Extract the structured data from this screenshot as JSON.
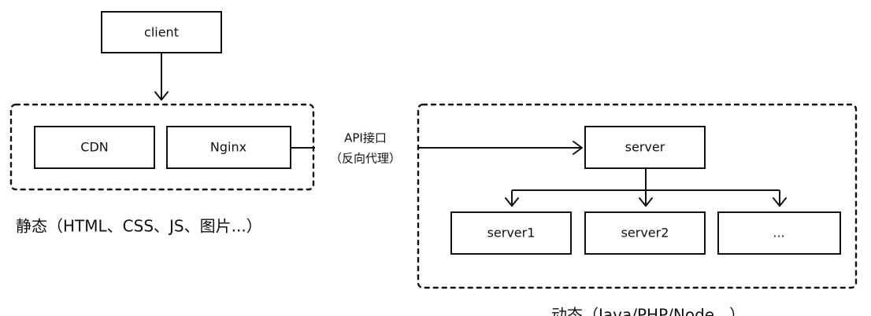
{
  "nodes": {
    "client": "client",
    "cdn": "CDN",
    "nginx": "Nginx",
    "server": "server",
    "server1": "server1",
    "server2": "server2",
    "more": "..."
  },
  "edge_labels": {
    "api_line1": "API接口",
    "api_line2": "（反向代理）"
  },
  "captions": {
    "static": "静态（HTML、CSS、JS、图片...）",
    "dynamic": "动态（Java/PHP/Node...）"
  }
}
